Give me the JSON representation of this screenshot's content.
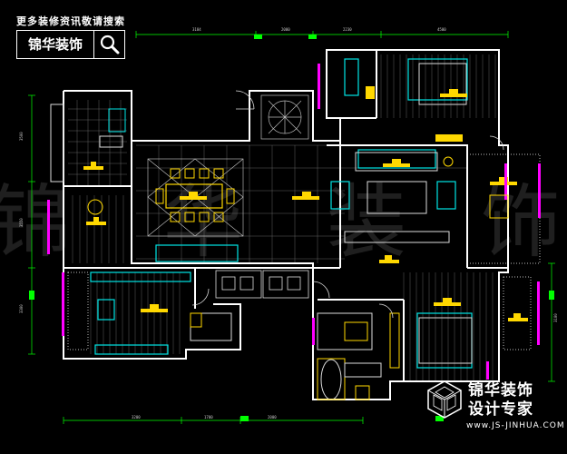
{
  "header": {
    "slogan": "更多装修资讯敬请搜索",
    "brand": "锦华装饰",
    "search_icon": "magnifier-icon"
  },
  "logo": {
    "line1": "锦华装饰",
    "line2": "设计专家",
    "url": "www.JS-JINHUA.COM",
    "emblem_icon": "cube-emblem-icon"
  },
  "watermark": [
    "锦",
    "华",
    "装",
    "饰"
  ],
  "dimensions": {
    "top": [
      "3184",
      "2000",
      "2230",
      "4500"
    ],
    "bottom": [
      "3200",
      "1700",
      "2000"
    ],
    "left": [
      "3500",
      "3550",
      "3300"
    ],
    "right": [
      "3100"
    ]
  },
  "colors": {
    "wall": "#ffffff",
    "furniture_yellow": "#ffd800",
    "furniture_cyan": "#00e5e5",
    "dimension_green": "#00ff00",
    "accent_magenta": "#ff00ff",
    "grid_gray": "#8a8a8a"
  }
}
